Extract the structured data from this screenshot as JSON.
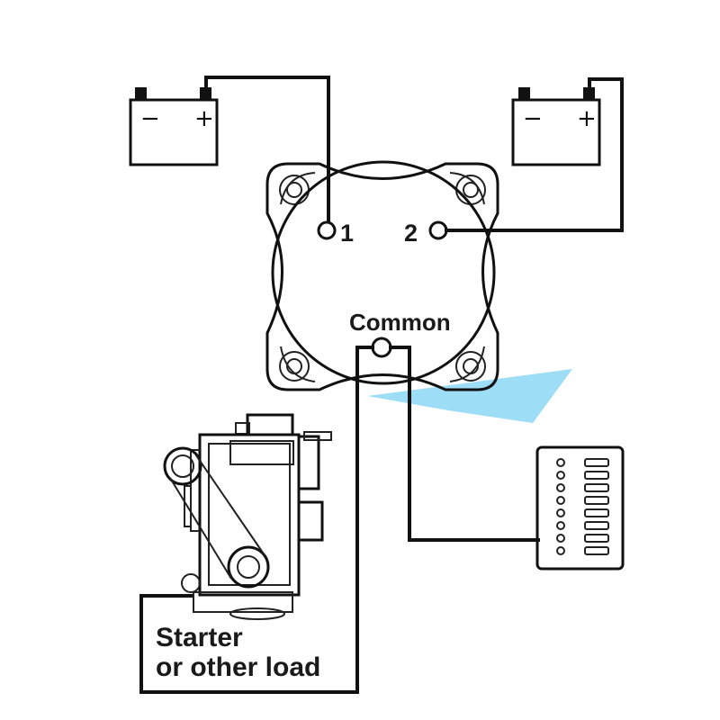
{
  "labels": {
    "terminal_1": "1",
    "terminal_2": "2",
    "common": "Common",
    "load_line1": "Starter",
    "load_line2": "or other load"
  },
  "battery_left": {
    "negative": "−",
    "positive": "+"
  },
  "battery_right": {
    "negative": "−",
    "positive": "+"
  },
  "colors": {
    "line": "#111111",
    "watermark": "#5cc6ee",
    "background": "#ffffff"
  }
}
